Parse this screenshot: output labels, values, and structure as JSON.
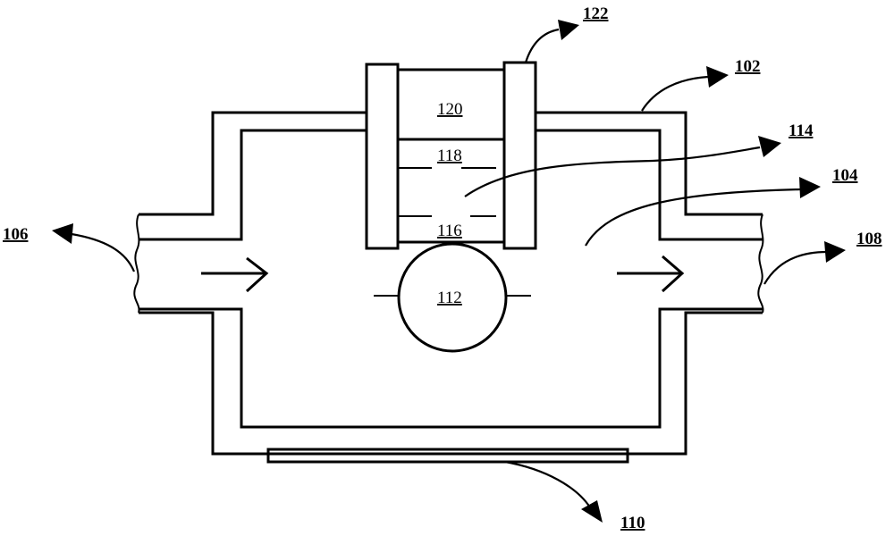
{
  "labels": {
    "l102": "102",
    "l104": "104",
    "l106": "106",
    "l108": "108",
    "l110": "110",
    "l112": "112",
    "l114": "114",
    "l116": "116",
    "l118": "118",
    "l120": "120",
    "l122": "122"
  },
  "colors": {
    "line": "#000000",
    "background": "#ffffff"
  }
}
